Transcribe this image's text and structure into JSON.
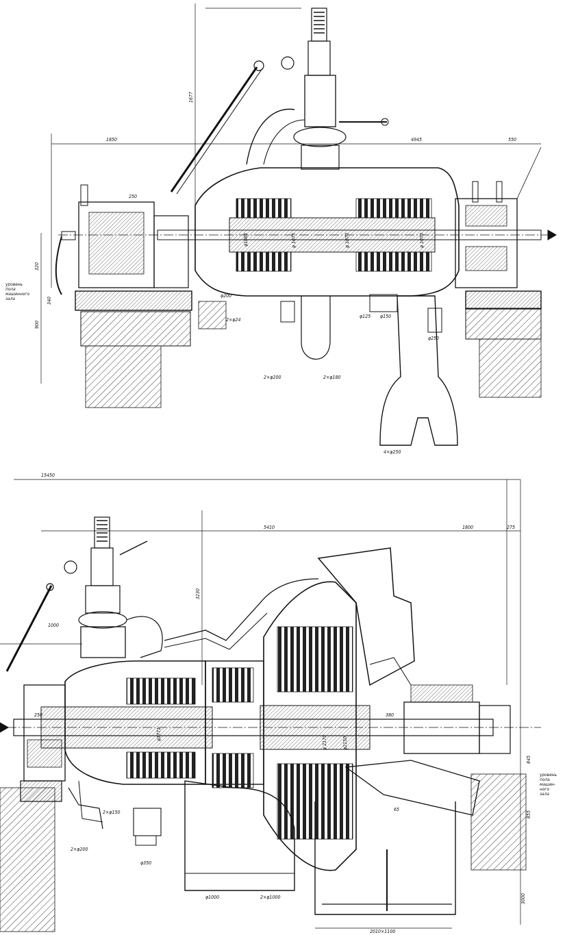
{
  "top_section": {
    "dimensions": {
      "d_1850": "1850",
      "d_4945": "4945",
      "d_550": "550",
      "d_1677": "1677",
      "d_320": "320",
      "d_340": "340",
      "d_900": "900",
      "d_250": "250",
      "d_phi200": "φ200",
      "d_2phi240": "2×φ24",
      "d_2phi200": "2×φ200",
      "d_2phi180": "2×φ180",
      "d_phi125": "φ125",
      "d_phi150": "φ150",
      "d_phi250": "φ250",
      "d_4phi250": "4×φ250",
      "d_shaft1": "φ1065",
      "d_shaft2": "φ 1075",
      "d_shaft3": "φ 1070",
      "d_shaft4": "φ 1070"
    },
    "floor_note": "уровень\nпола\nмашинного\nзала"
  },
  "bottom_section": {
    "dimensions": {
      "d_15450": "15450",
      "d_5410": "5410",
      "d_1800": "1800",
      "d_275": "275",
      "d_3230": "3230",
      "d_1000": "1000",
      "d_2phi150": "2×φ150",
      "d_2phi200": "2×φ200",
      "d_phi350": "φ350",
      "d_phi1000": "φ1000",
      "d_2phi1000": "2×φ1000",
      "d_2010": "2010×1100",
      "d_65": "65",
      "d_845": "845",
      "d_855": "855",
      "d_3000": "3000",
      "d_phi2150": "φ2150",
      "d_phi1": "φ1771",
      "d_phi2": "φ 2170",
      "d_380": "380",
      "d_250": "250"
    },
    "floor_note": "уровень\nпола\nмашин-\nного\nзала"
  }
}
